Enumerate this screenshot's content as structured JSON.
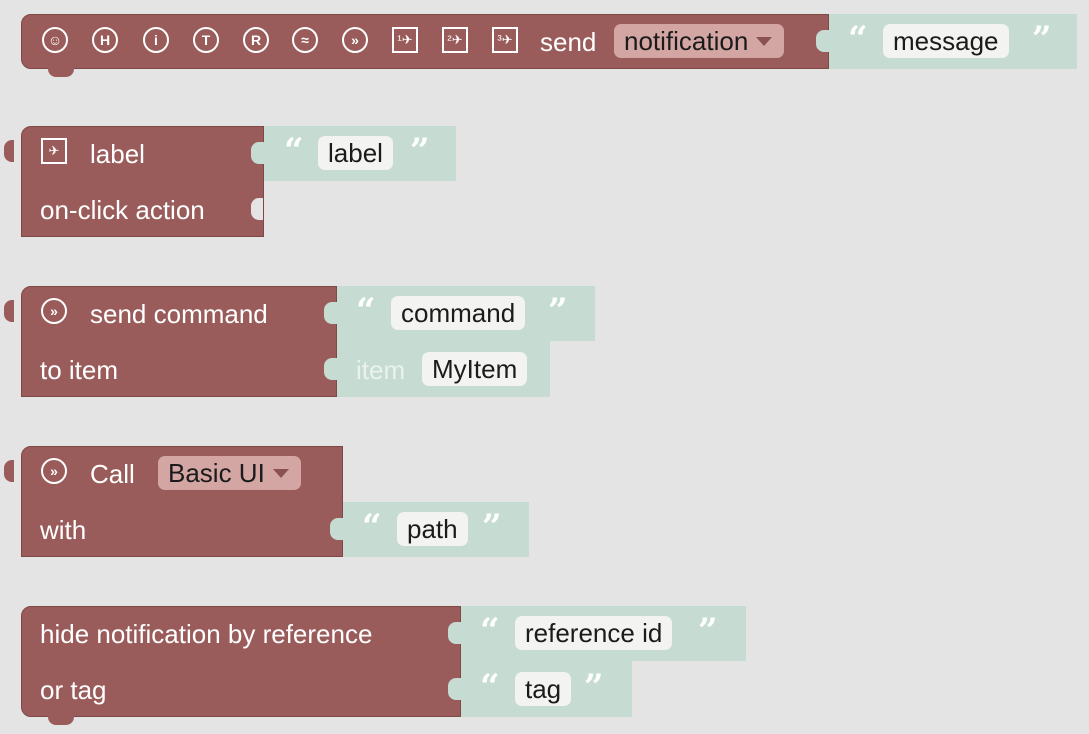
{
  "block1": {
    "icons": [
      {
        "name": "user-icon",
        "glyph": "☺"
      },
      {
        "name": "h-icon",
        "glyph": "H"
      },
      {
        "name": "info-icon",
        "glyph": "i"
      },
      {
        "name": "t-icon",
        "glyph": "T"
      },
      {
        "name": "r-icon",
        "glyph": "R"
      },
      {
        "name": "image-icon",
        "glyph": "≈"
      },
      {
        "name": "runner-circle-icon",
        "glyph": "⚡"
      },
      {
        "name": "runner-1-icon",
        "glyph": "1"
      },
      {
        "name": "runner-2-icon",
        "glyph": "2"
      },
      {
        "name": "runner-3-icon",
        "glyph": "3"
      }
    ],
    "send_label": "send",
    "type_dropdown": "notification",
    "message_value": "message"
  },
  "block2": {
    "label_text": "label",
    "label_value": "label",
    "onclick_text": "on-click action"
  },
  "block3": {
    "send_command_text": "send command",
    "command_value": "command",
    "to_item_text": "to item",
    "item_label": "item",
    "item_value": "MyItem"
  },
  "block4": {
    "call_text": "Call",
    "ui_dropdown": "Basic UI",
    "with_text": "with",
    "path_value": "path"
  },
  "block5": {
    "hide_text": "hide notification by reference",
    "ref_value": "reference id",
    "or_tag_text": "or tag",
    "tag_value": "tag"
  },
  "quotes": {
    "open": "“",
    "close": "”"
  },
  "colors": {
    "block": "#9a5c5a",
    "text_block": "#c6dcd3",
    "background": "#e4e4e4"
  }
}
